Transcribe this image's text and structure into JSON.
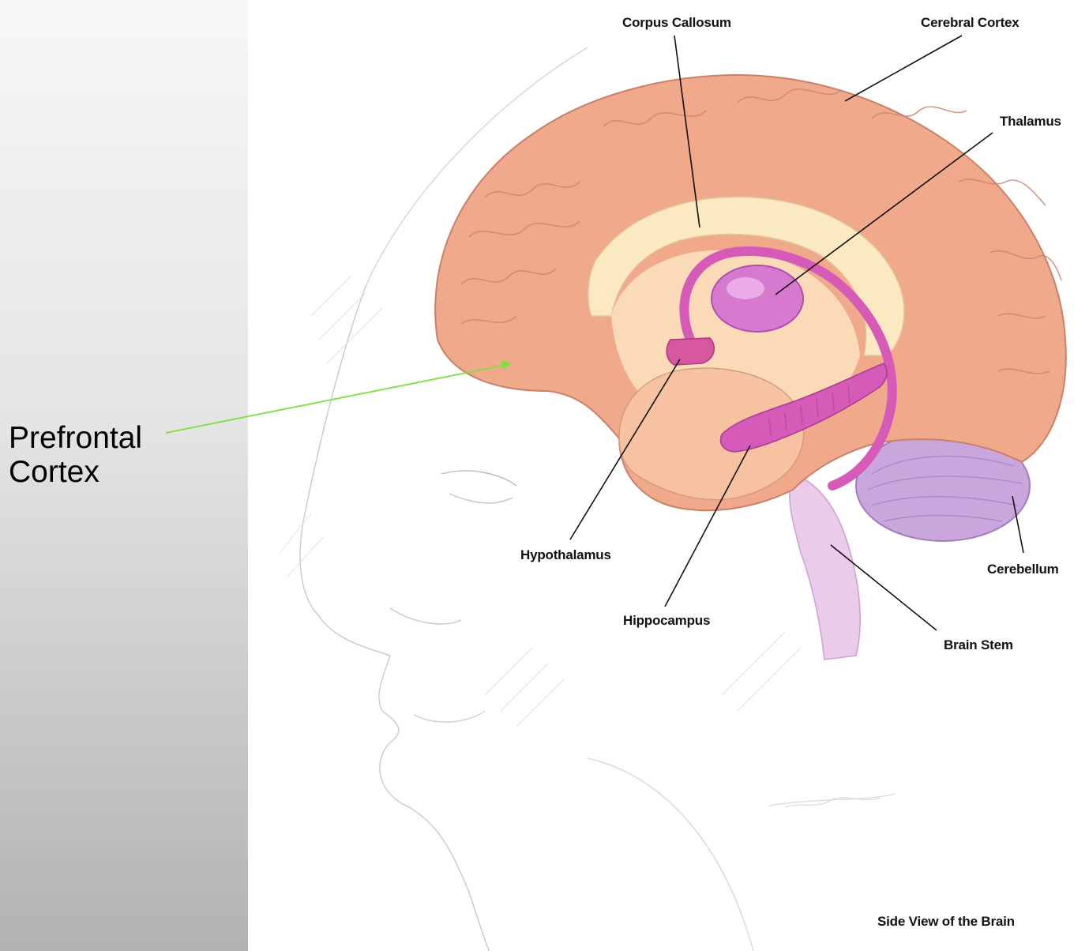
{
  "side_label": {
    "line1": "Prefrontal",
    "line2": "Cortex"
  },
  "labels": {
    "corpus_callosum": "Corpus Callosum",
    "cerebral_cortex": "Cerebral Cortex",
    "thalamus": "Thalamus",
    "hypothalamus": "Hypothalamus",
    "hippocampus": "Hippocampus",
    "cerebellum": "Cerebellum",
    "brain_stem": "Brain Stem"
  },
  "caption": "Side View of the Brain",
  "colors": {
    "cortex": "#f0a98a",
    "corpus_callosum": "#fbe9c2",
    "limbic": "#d65ab8",
    "cerebellum": "#c9a6dc",
    "pointer_arrow": "#7ee03a"
  }
}
